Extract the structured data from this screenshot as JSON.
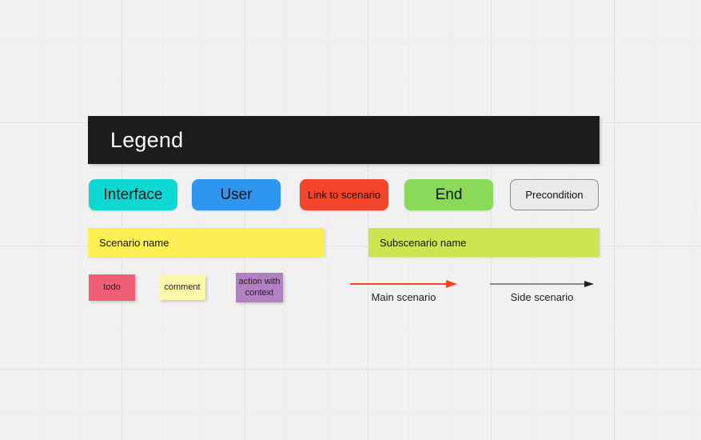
{
  "header": {
    "title": "Legend"
  },
  "shape_keys": [
    {
      "id": "interface",
      "label": "Interface",
      "color": "#0ed8d3"
    },
    {
      "id": "user",
      "label": "User",
      "color": "#2e96ef"
    },
    {
      "id": "link",
      "label": "Link to scenario",
      "color": "#f2452a"
    },
    {
      "id": "end",
      "label": "End",
      "color": "#8ad958"
    },
    {
      "id": "precondition",
      "label": "Precondition",
      "color": "#eaeaea"
    }
  ],
  "bars": [
    {
      "id": "scenario",
      "label": "Scenario name",
      "color": "#fef054"
    },
    {
      "id": "subscenario",
      "label": "Subscenario name",
      "color": "#cce651"
    }
  ],
  "notes": [
    {
      "id": "todo",
      "label": "todo",
      "color": "#ef5f76"
    },
    {
      "id": "comment",
      "label": "comment",
      "color": "#fbf8a8"
    },
    {
      "id": "action",
      "label": "action with context",
      "color": "#b380c4"
    }
  ],
  "arrows": [
    {
      "id": "main",
      "label": "Main scenario",
      "color": "#f2452a"
    },
    {
      "id": "side",
      "label": "Side scenario",
      "color": "#222222"
    }
  ],
  "canvas": {
    "background": "#f1f1f1",
    "grid_color": "#e2e2e2"
  }
}
